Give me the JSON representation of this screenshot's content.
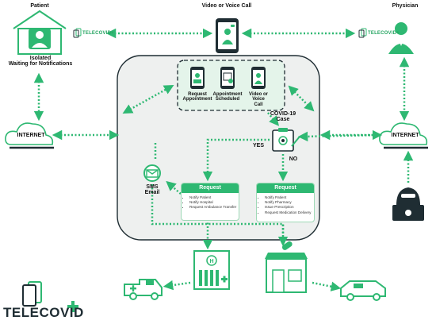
{
  "colors": {
    "green": "#2eb872",
    "green_dark": "#1f8f52",
    "dark": "#1f2d33",
    "light_green": "#dff3e7"
  },
  "labels": {
    "patient": "Patient",
    "patient_status": "Isolated\nWaiting for Notifications",
    "video_call": "Video or Voice Call",
    "physician": "Physician",
    "internet_left": "INTERNET",
    "internet_right": "INTERNET",
    "covid_case": "COVID-19\nCase",
    "yes": "YES",
    "no": "NO",
    "sms_email": "SMS\nEmail"
  },
  "apps": [
    {
      "label": "Request\nAppointment",
      "icon": "doctor-screen-icon"
    },
    {
      "label": "Appointment\nScheduled",
      "icon": "calendar-screen-icon"
    },
    {
      "label": "Video or Voice\nCall",
      "icon": "person-screen-icon"
    }
  ],
  "request_cards": [
    {
      "title": "Request",
      "items": [
        "Notify Patient",
        "Notify Hospital",
        "Request Ambulance Transfer"
      ]
    },
    {
      "title": "Request",
      "items": [
        "Notify Patient",
        "Notify Pharmacy",
        "Issue Prescription",
        "Request Medication Delivery"
      ]
    }
  ],
  "brand": {
    "small": "TELECOVID",
    "big": "TELECOVID"
  }
}
